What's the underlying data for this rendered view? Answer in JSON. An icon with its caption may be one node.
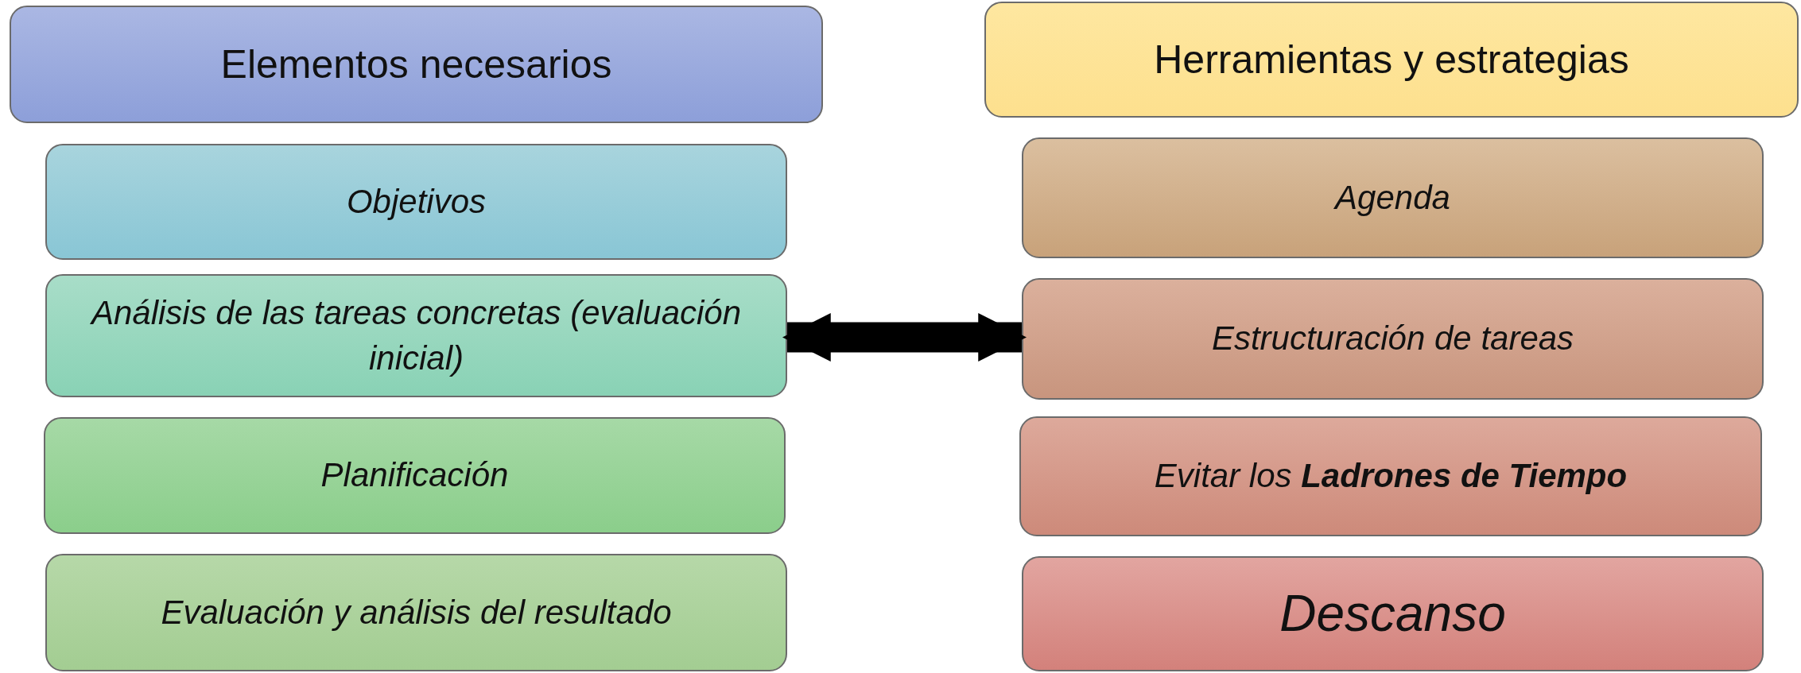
{
  "diagram": {
    "nodes": [
      {
        "text": [
          "Elementos necesarios"
        ]
      },
      {
        "text": [
          "Objetivos"
        ]
      },
      {
        "text": [
          "Análisis de las tareas concretas (evaluación inicial)"
        ]
      },
      {
        "text": [
          "Planificación"
        ]
      },
      {
        "text": [
          "Evaluación y análisis del resultado"
        ]
      },
      {
        "text": [
          "Herramientas y estrategias"
        ]
      },
      {
        "text": [
          "Agenda"
        ]
      },
      {
        "text": [
          "Estructuración de tareas"
        ]
      },
      {
        "text": [
          "Evitar los **Ladrones de Tiempo**"
        ]
      },
      {
        "text": [
          "Descanso"
        ]
      }
    ],
    "edges": [
      {
        "from": 2,
        "to": 7,
        "arrow": "both"
      }
    ]
  }
}
